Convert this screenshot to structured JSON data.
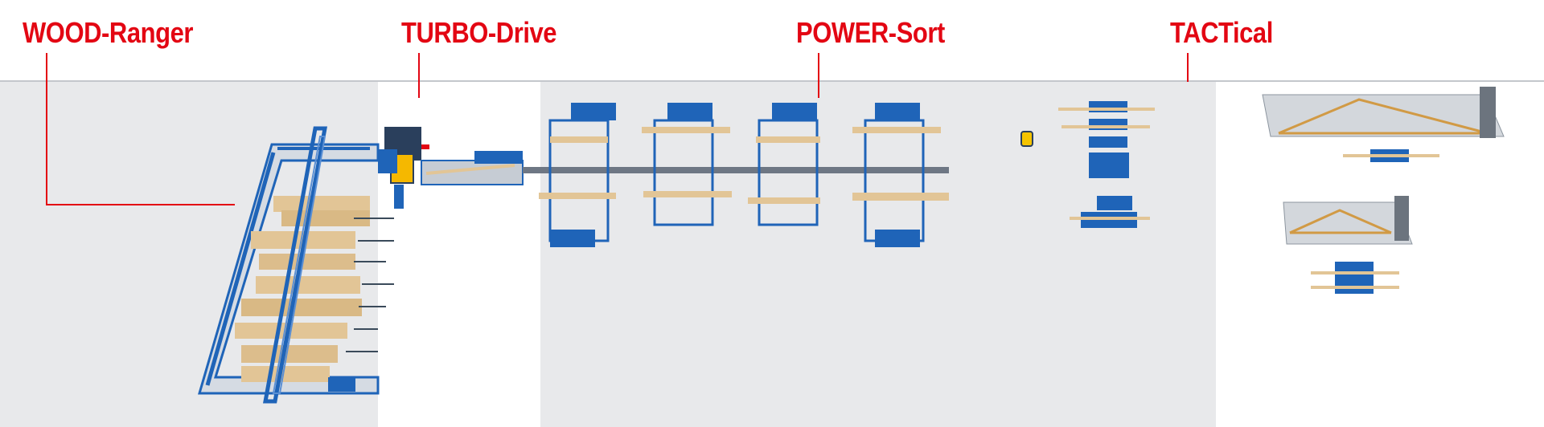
{
  "labels": {
    "wood_ranger": "WOOD-Ranger",
    "turbo_drive": "TURBO-Drive",
    "power_sort": "POWER-Sort",
    "tactical": "TACTical"
  },
  "colors": {
    "label_red": "#e30613",
    "machine_blue": "#1f64b8",
    "wood": "#e2c596",
    "zone_gray": "#e8e9eb",
    "zone_white": "#ffffff"
  },
  "icons": {
    "agv": "yellow-agv-vehicle-icon"
  }
}
